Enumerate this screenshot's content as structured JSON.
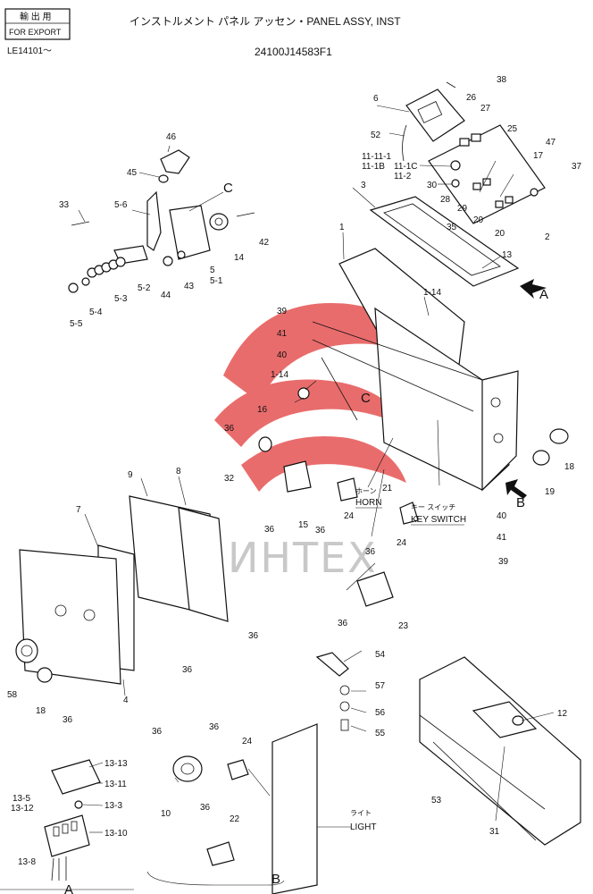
{
  "header": {
    "stamp_line1": "輸 出 用",
    "stamp_line2": "FOR EXPORT",
    "serial_range": "LE14101～",
    "title": "インストルメント パネル アッセン・PANEL ASSY, INST",
    "part_number": "24100J14583F1"
  },
  "watermark": {
    "text": "ИНТЕХ",
    "logo_color": "#e23b3b"
  },
  "labels": {
    "horn_jp": "ホーン",
    "horn": "HORN",
    "key_switch_jp": "キー スイッチ",
    "key_switch": "KEY SWITCH",
    "light_jp": "ライト",
    "light": "LIGHT",
    "view_a": "A",
    "view_b": "B",
    "view_c": "C"
  },
  "callouts": {
    "c1": "1",
    "c1_14a": "1-14",
    "c1_14b": "1-14",
    "c2": "2",
    "c3": "3",
    "c4": "4",
    "c5": "5",
    "c5_1": "5-1",
    "c5_2": "5-2",
    "c5_3": "5-3",
    "c5_4": "5-4",
    "c5_5": "5-5",
    "c5_6": "5-6",
    "c6": "6",
    "c7": "7",
    "c8": "8",
    "c9": "9",
    "c10": "10",
    "c11_11_1": "11-11-1",
    "c11_1b": "11-1B",
    "c11_1c": "11-1C",
    "c11_2": "11-2",
    "c12": "12",
    "c13": "13",
    "c13_3": "13-3",
    "c13_5": "13-5",
    "c13_8": "13-8",
    "c13_10": "13-10",
    "c13_11": "13-11",
    "c13_12": "13-12",
    "c13_13": "13-13",
    "c14": "14",
    "c15": "15",
    "c16": "16",
    "c17": "17",
    "c18a": "18",
    "c18b": "18",
    "c19": "19",
    "c20a": "20",
    "c20b": "20",
    "c21": "21",
    "c22": "22",
    "c23": "23",
    "c24a": "24",
    "c24b": "24",
    "c24c": "24",
    "c25": "25",
    "c26": "26",
    "c27": "27",
    "c28": "28",
    "c29": "29",
    "c30": "30",
    "c31": "31",
    "c32": "32",
    "c33": "33",
    "c35": "35",
    "c36a": "36",
    "c36b": "36",
    "c36c": "36",
    "c36d": "36",
    "c36e": "36",
    "c36f": "36",
    "c36g": "36",
    "c36h": "36",
    "c36i": "36",
    "c36j": "36",
    "c36k": "36",
    "c37": "37",
    "c38": "38",
    "c39a": "39",
    "c39b": "39",
    "c40a": "40",
    "c40b": "40",
    "c41a": "41",
    "c41b": "41",
    "c42": "42",
    "c43": "43",
    "c44": "44",
    "c45": "45",
    "c46": "46",
    "c47": "47",
    "c52": "52",
    "c53": "53",
    "c54": "54",
    "c55": "55",
    "c56": "56",
    "c57": "57",
    "c58": "58"
  }
}
